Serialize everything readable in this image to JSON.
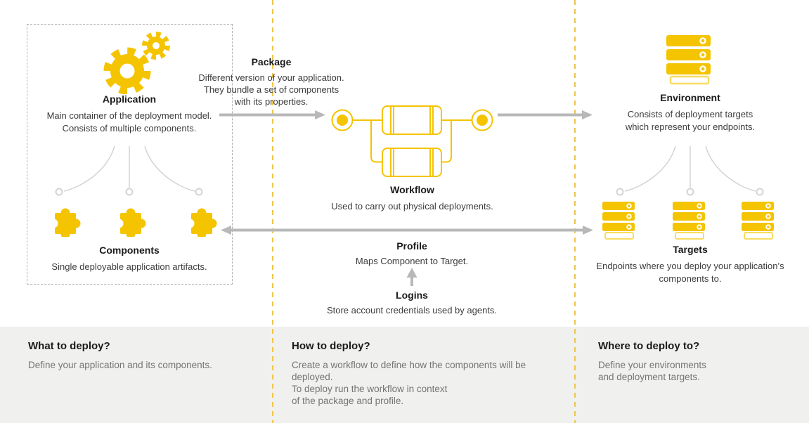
{
  "colors": {
    "brand_yellow": "#f5c400",
    "divider_yellow": "#eec54d",
    "arrow_gray": "#b8b8b8",
    "connector_gray": "#d4d4d4",
    "footer_bg": "#f0f0ee",
    "heading_text": "#1a1a1a",
    "body_text": "#3c3c3c",
    "footer_text": "#757575"
  },
  "nodes": {
    "application": {
      "title": "Application",
      "desc": "Main container of the deployment model.\nConsists of multiple components."
    },
    "package": {
      "title": "Package",
      "desc": "Different version of your application.\nThey bundle a set of components\nwith its properties."
    },
    "workflow": {
      "title": "Workflow",
      "desc": "Used to carry out physical deployments."
    },
    "environment": {
      "title": "Environment",
      "desc": "Consists of deployment targets\nwhich represent your endpoints."
    },
    "components": {
      "title": "Components",
      "desc": "Single deployable application artifacts."
    },
    "profile": {
      "title": "Profile",
      "desc": "Maps Component to Target."
    },
    "logins": {
      "title": "Logins",
      "desc": "Store account credentials used by agents."
    },
    "targets": {
      "title": "Targets",
      "desc": "Endpoints where you deploy your application’s\ncomponents to."
    }
  },
  "footer": {
    "what": {
      "title": "What to deploy?",
      "desc": "Define your application and its components."
    },
    "how": {
      "title": "How to deploy?",
      "desc": "Create a workflow to define how the components will be deployed.\nTo deploy run the workflow in context\nof the package and profile."
    },
    "where": {
      "title": "Where to deploy to?",
      "desc": "Define your environments\nand deployment targets."
    }
  },
  "icons": {
    "application": "gears-icon",
    "workflow": "workflow-process-icon",
    "environment": "server-stack-icon",
    "component": "puzzle-piece-icon",
    "target": "server-stack-icon"
  }
}
